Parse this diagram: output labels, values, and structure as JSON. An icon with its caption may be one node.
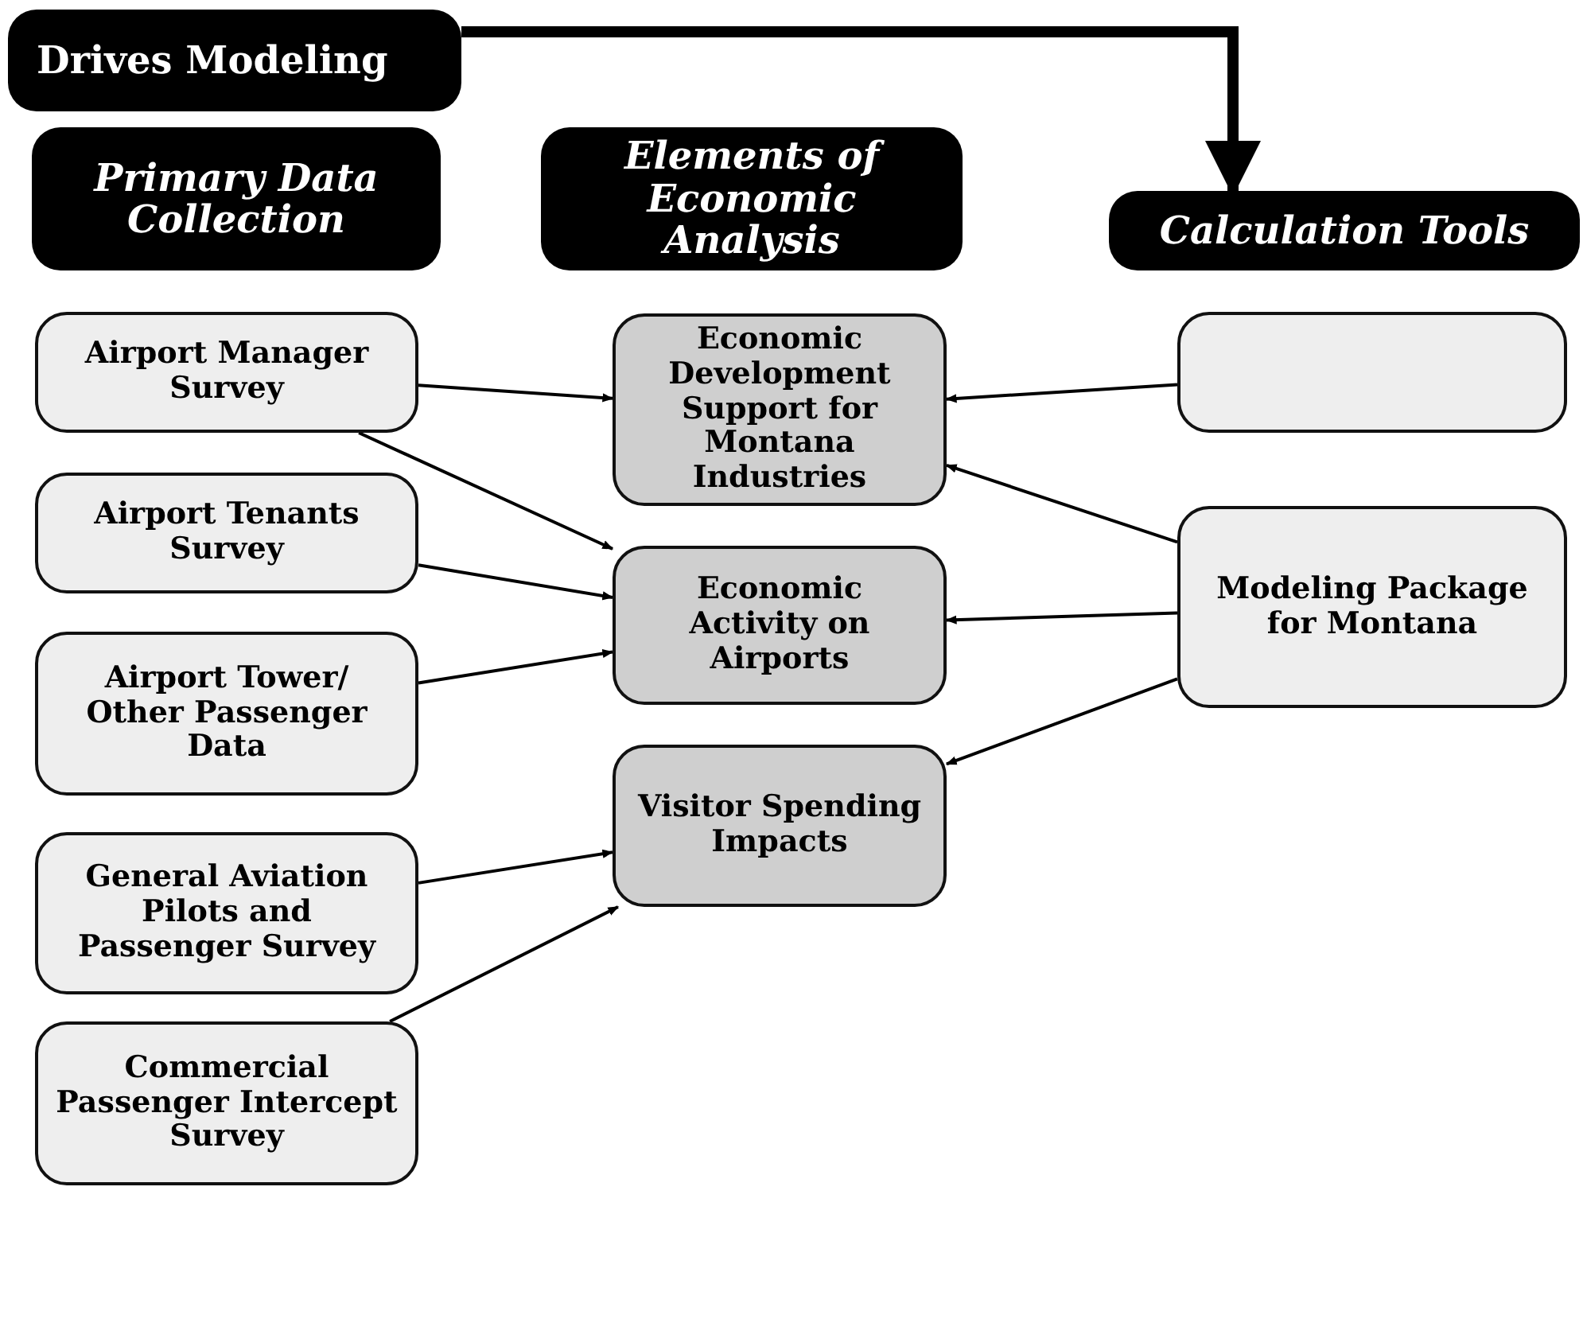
{
  "diagram": {
    "nodes": [
      {
        "text": [
          "Drives Modeling"
        ]
      },
      {
        "text": [
          "Primary Data Collection"
        ]
      },
      {
        "text": [
          "Elements of Economic Analysis"
        ]
      },
      {
        "text": [
          "Calculation Tools"
        ]
      },
      {
        "text": [
          "Airport Manager Survey"
        ]
      },
      {
        "text": [
          "Airport Tenants Survey"
        ]
      },
      {
        "text": [
          "Airport Tower/ Other Passenger Data"
        ]
      },
      {
        "text": [
          "General Aviation Pilots and Passenger Survey"
        ]
      },
      {
        "text": [
          "Commercial Passenger Intercept Survey"
        ]
      },
      {
        "text": [
          "Economic Development Support for Montana Industries"
        ]
      },
      {
        "text": [
          "Economic Activity on Airports"
        ]
      },
      {
        "text": [
          "Visitor Spending Impacts"
        ]
      },
      {
        "text": [],
        "shape": "box"
      },
      {
        "text": [
          "Modeling Package for Montana"
        ]
      }
    ],
    "edges": [
      {
        "from": 0,
        "to": 3,
        "arrow": "to",
        "style": "thick"
      },
      {
        "from": 4,
        "to": 9,
        "arrow": "to"
      },
      {
        "from": 4,
        "to": 10,
        "arrow": "to"
      },
      {
        "from": 5,
        "to": 10,
        "arrow": "to"
      },
      {
        "from": 6,
        "to": 10,
        "arrow": "to"
      },
      {
        "from": 7,
        "to": 11,
        "arrow": "to"
      },
      {
        "from": 8,
        "to": 11,
        "arrow": "to"
      },
      {
        "from": 12,
        "to": 9,
        "arrow": "to"
      },
      {
        "from": 13,
        "to": 9,
        "arrow": "to"
      },
      {
        "from": 13,
        "to": 10,
        "arrow": "to"
      },
      {
        "from": 13,
        "to": 11,
        "arrow": "to"
      }
    ]
  }
}
